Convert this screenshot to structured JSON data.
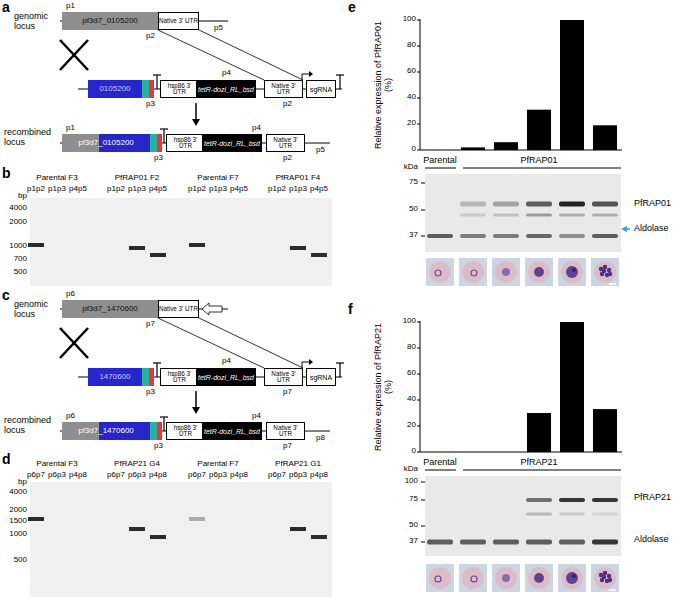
{
  "diagram": {
    "nodes": [
      {
        "text": [
          "pf3d7_0105200"
        ]
      },
      {
        "text": [
          "Native 3' UTR"
        ]
      },
      {
        "text": [
          "0105200"
        ]
      },
      {
        "text": [
          "hsp86 3' UTR"
        ]
      },
      {
        "text": [
          "tetR-dozi_RL_bsd"
        ]
      },
      {
        "text": [
          "Native 3' UTR"
        ]
      },
      {
        "text": [
          "sgRNA"
        ]
      },
      {
        "text": [
          "pf3d7_0105200"
        ]
      },
      {
        "text": [
          "hsp86 3' UTR"
        ]
      },
      {
        "text": [
          "tetR-dozi_RL_bsd"
        ]
      },
      {
        "text": [
          "Native 3' UTR"
        ]
      },
      {
        "text": [
          "pf3d7_1470600"
        ]
      },
      {
        "text": [
          "Native 3' UTR"
        ]
      },
      {
        "text": [
          "1470600"
        ]
      },
      {
        "text": [
          "hsp86 3' UTR"
        ]
      },
      {
        "text": [
          "tetR-dozi_RL_bsd"
        ]
      },
      {
        "text": [
          "Native 3' UTR"
        ]
      },
      {
        "text": [
          "sgRNA"
        ]
      },
      {
        "text": [
          "pf3d7_1470600"
        ]
      },
      {
        "text": [
          "hsp86 3' UTR"
        ]
      },
      {
        "text": [
          "tetR-dozi_RL_bsd"
        ]
      },
      {
        "text": [
          "Native 3' UTR"
        ]
      }
    ],
    "edges": [
      {
        "from": 1,
        "to": 5,
        "arrow": "none"
      },
      {
        "from": 12,
        "to": 16,
        "arrow": "none"
      }
    ],
    "labels": [
      "a",
      "genomic locus",
      "p1",
      "p2",
      "p5",
      "p4",
      "p3",
      "p2",
      "recombined locus",
      "p1",
      "p4",
      "p3",
      "p2",
      "p5",
      "b",
      "Parental F3",
      "PfRAP01 F2",
      "Parental F7",
      "PfRAP01 F4",
      "p1p2",
      "p1p3",
      "p4p5",
      "p1p2",
      "p1p3",
      "p4p5",
      "p1p2",
      "p1p3",
      "p4p5",
      "p1p2",
      "p1p3",
      "p4p5",
      "bp",
      "4000",
      "2000",
      "1000",
      "700",
      "500",
      "c",
      "genomic locus",
      "p6",
      "p7",
      "p4",
      "p3",
      "p7",
      "recombined locus",
      "p6",
      "p4",
      "p3",
      "p7",
      "p8",
      "d",
      "Parental F3",
      "PfRAP21 G4",
      "Parental F7",
      "PfRAP21 G1",
      "p6p7",
      "p6p3",
      "p4p8",
      "p6p7",
      "p6p3",
      "p4p8",
      "p6p7",
      "p6p3",
      "p4p8",
      "p6p7",
      "p6p3",
      "p4p8",
      "bp",
      "4000",
      "2000",
      "1500",
      "1000",
      "500",
      "e",
      "Relative expression of PfRAP01 (%)",
      "100",
      "80",
      "60",
      "40",
      "20",
      "0",
      "Parental",
      "PfRAP01",
      "kDa",
      "75",
      "50",
      "37",
      "PfRAP01",
      "Aldolase",
      "f",
      "Relative expression of PfRAP21 (%)",
      "100",
      "80",
      "60",
      "40",
      "20",
      "0",
      "Parental",
      "PfRAP21",
      "kDa",
      "100",
      "75",
      "50",
      "37",
      "PfRAP21",
      "Aldolase"
    ]
  }
}
